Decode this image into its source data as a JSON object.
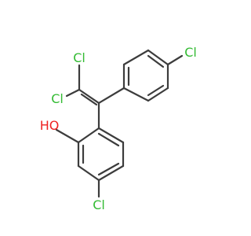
{
  "molecule": {
    "atoms": {
      "cl_vinyl_top": "Cl",
      "cl_vinyl_left": "Cl",
      "cl_para": "Cl",
      "cl_ring_bottom": "Cl",
      "hydroxyl": "HO"
    }
  },
  "colors": {
    "bond": "#3c3c3c",
    "chlorine": "#33bb33",
    "oxygen": "#ee2222"
  }
}
